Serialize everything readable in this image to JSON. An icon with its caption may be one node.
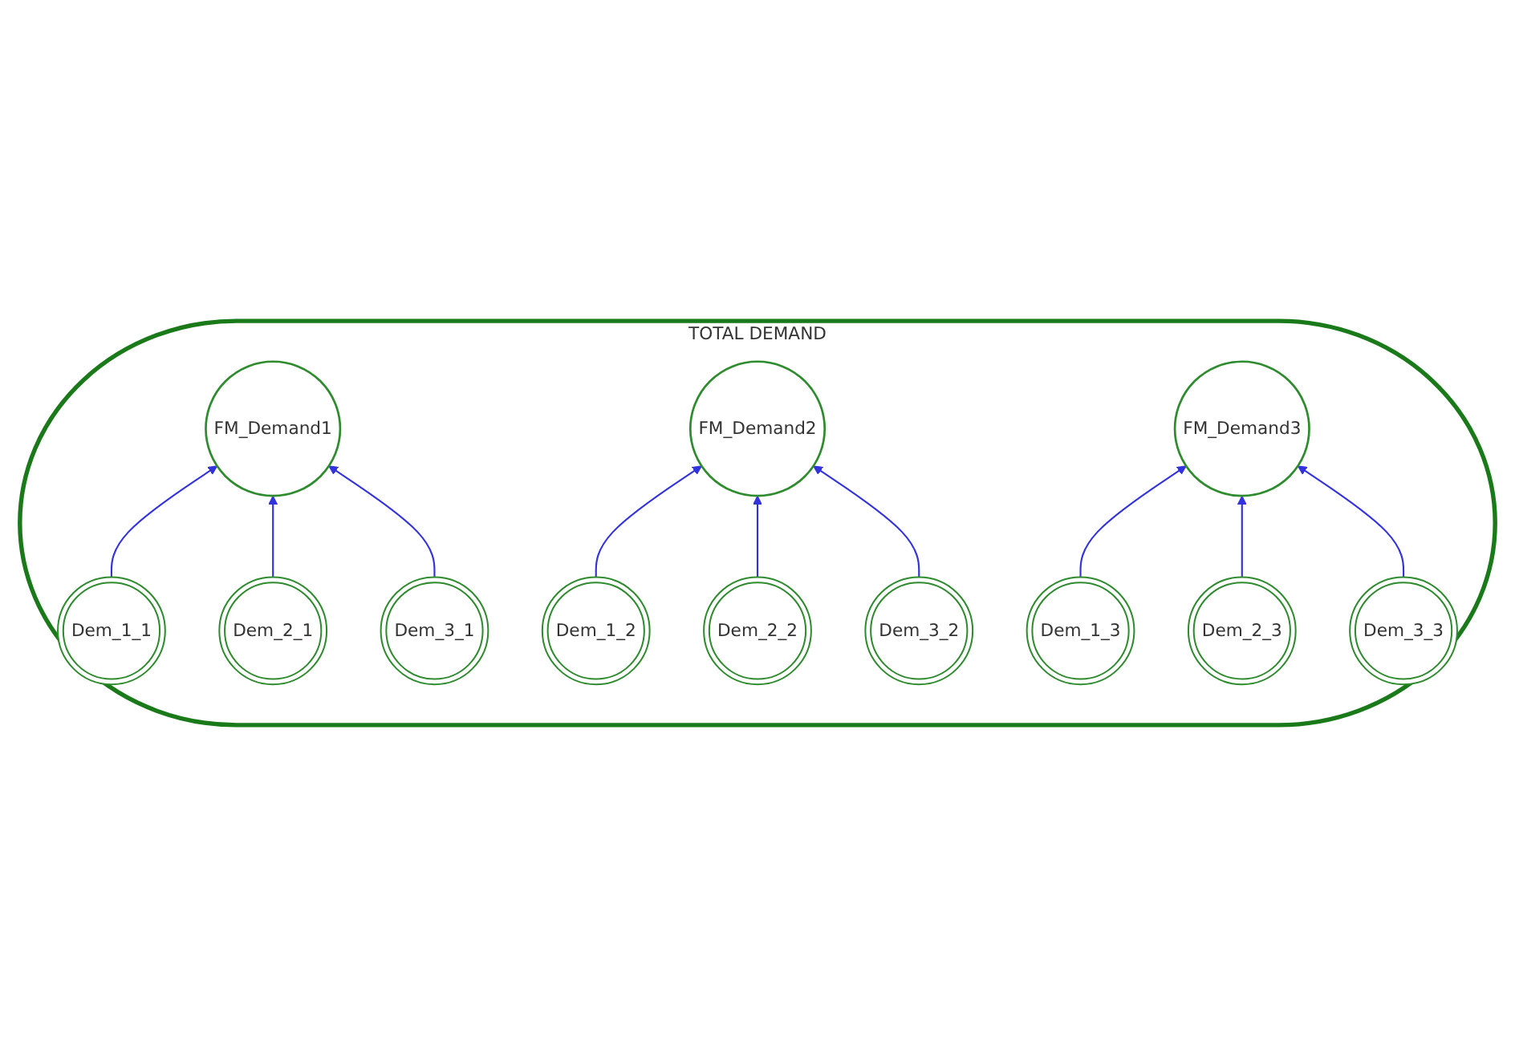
{
  "diagram": {
    "nodes": [
      {
        "text": [
          "TOTAL DEMAND"
        ]
      },
      {
        "text": [
          "Dem_1_1"
        ],
        "in": 0
      },
      {
        "text": [
          "Dem_2_1"
        ],
        "in": 0
      },
      {
        "text": [
          "Dem_3_1"
        ],
        "in": 0
      },
      {
        "text": [
          "FM_Demand1"
        ],
        "in": 0
      },
      {
        "text": [
          "FM_Demand2"
        ],
        "in": 0
      },
      {
        "text": [
          "Dem_1_2"
        ],
        "in": 0
      },
      {
        "text": [
          "Dem_2_2"
        ],
        "in": 0
      },
      {
        "text": [
          "Dem_3_2"
        ],
        "in": 0
      },
      {
        "text": [
          "FM_Demand3"
        ],
        "in": 0
      },
      {
        "text": [
          "Dem_1_3"
        ],
        "in": 0
      },
      {
        "text": [
          "Dem_2_3"
        ],
        "in": 0
      },
      {
        "text": [
          "Dem_3_3"
        ],
        "in": 0
      }
    ],
    "edges": [
      {
        "from": 1,
        "to": 4,
        "arrow": "to"
      },
      {
        "from": 2,
        "to": 4,
        "arrow": "to"
      },
      {
        "from": 3,
        "to": 4,
        "arrow": "to"
      },
      {
        "from": 6,
        "to": 5,
        "arrow": "to"
      },
      {
        "from": 7,
        "to": 5,
        "arrow": "to"
      },
      {
        "from": 8,
        "to": 5,
        "arrow": "to"
      },
      {
        "from": 10,
        "to": 9,
        "arrow": "to"
      },
      {
        "from": 11,
        "to": 9,
        "arrow": "to"
      },
      {
        "from": 12,
        "to": 9,
        "arrow": "to"
      }
    ]
  }
}
